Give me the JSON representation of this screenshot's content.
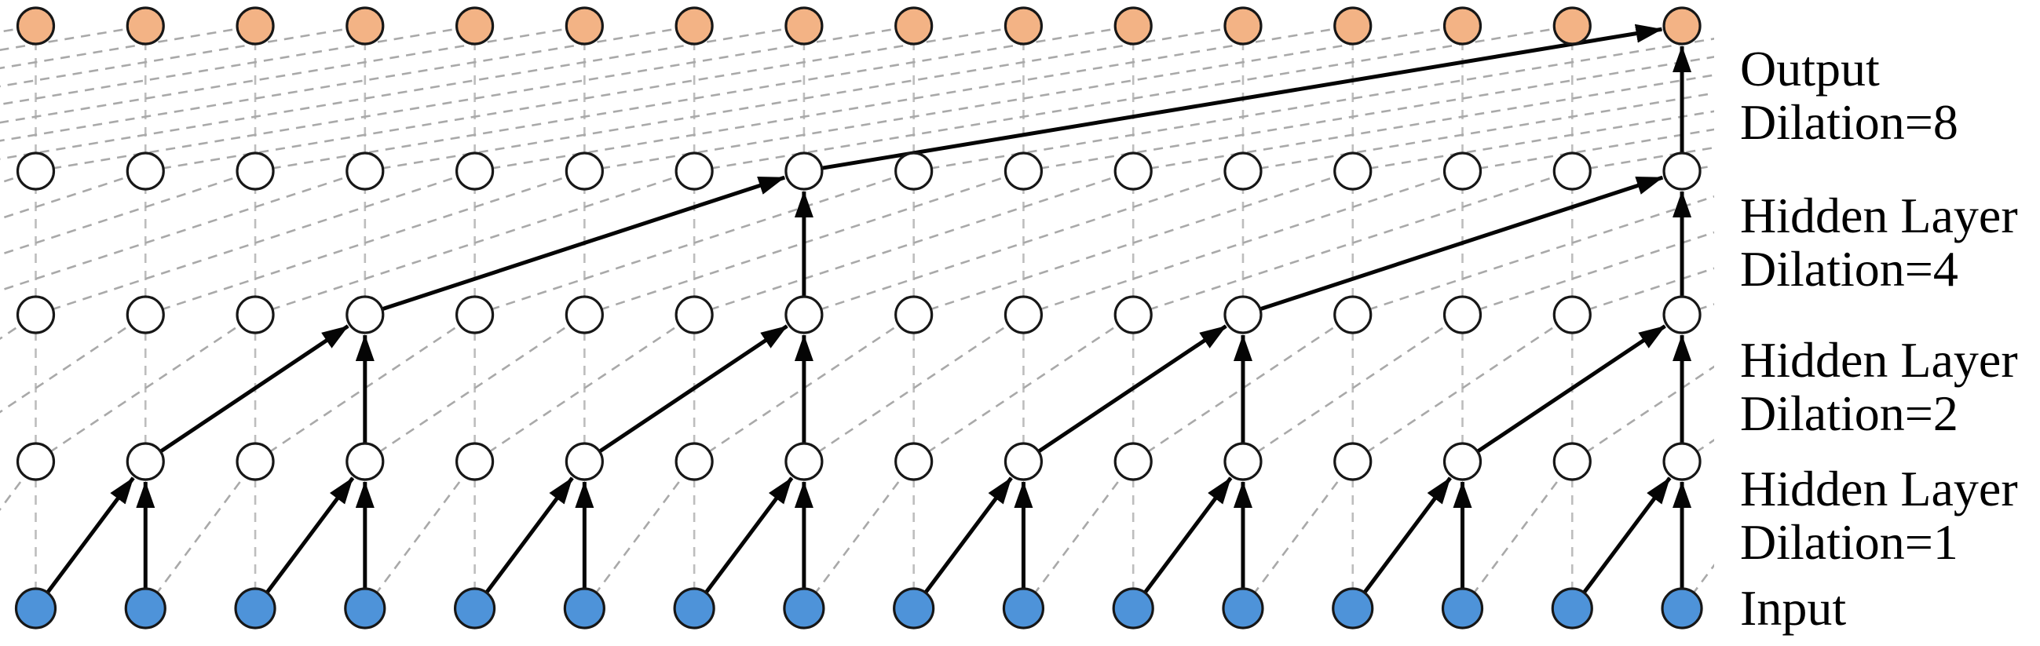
{
  "diagram": {
    "kind": "dilated-causal-convolution-network",
    "structure": {
      "num_columns": 16,
      "num_node_rows": 5,
      "dilations_bottom_to_top": [
        1,
        2,
        4,
        8
      ],
      "highlighted_output_column": 16,
      "row_names_bottom_to_top": [
        "Input",
        "Hidden Layer Dilation=1",
        "Hidden Layer Dilation=2",
        "Hidden Layer Dilation=4",
        "Output Dilation=8"
      ]
    },
    "labels": [
      {
        "line1": "Output",
        "line2": "Dilation=8"
      },
      {
        "line1": "Hidden Layer",
        "line2": "Dilation=4"
      },
      {
        "line1": "Hidden Layer",
        "line2": "Dilation=2"
      },
      {
        "line1": "Hidden Layer",
        "line2": "Dilation=1"
      },
      {
        "line1": "Input",
        "line2": ""
      }
    ],
    "colors": {
      "input_node_fill": "#4E93D9",
      "hidden_node_fill": "#FFFFFF",
      "output_node_fill": "#F3B385",
      "node_border": "#171717",
      "solid_edge": "#050505",
      "dashed_vertical_edge": "#BDBDBD",
      "dashed_diagonal_edge": "#A9A9A9",
      "label_text": "#000000",
      "background": "#FFFFFF"
    }
  }
}
